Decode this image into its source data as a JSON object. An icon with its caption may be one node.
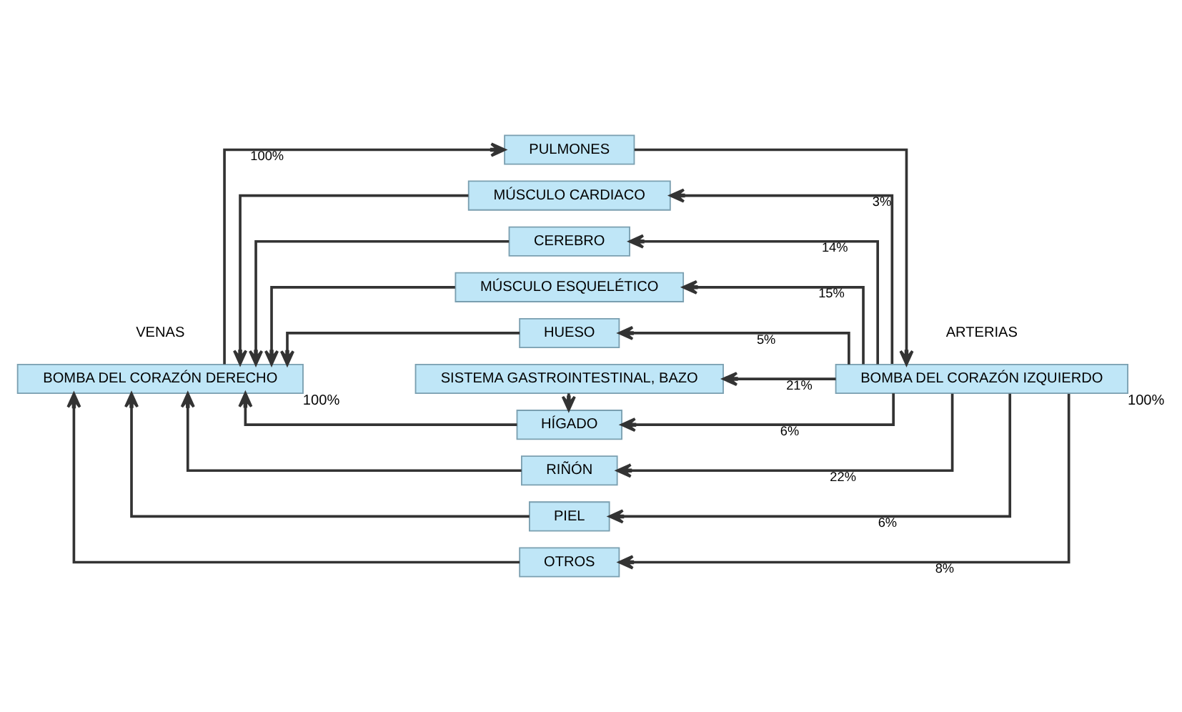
{
  "diagram": {
    "nodes": [
      {
        "text": [
          "PULMONES"
        ]
      },
      {
        "text": [
          "BOMBA DEL CORAZÓN DERECHO"
        ],
        "beside": [
          "100%"
        ]
      },
      {
        "text": [
          "BOMBA DEL CORAZÓN IZQUIERDO"
        ],
        "beside": [
          "100%"
        ]
      },
      {
        "text": [
          "MÚSCULO CARDIACO"
        ]
      },
      {
        "text": [
          "CEREBRO"
        ]
      },
      {
        "text": [
          "MÚSCULO ESQUELÉTICO"
        ]
      },
      {
        "text": [
          "HUESO"
        ]
      },
      {
        "text": [
          "SISTEMA GASTROINTESTINAL, BAZO"
        ]
      },
      {
        "text": [
          "HÍGADO"
        ]
      },
      {
        "text": [
          "RIÑÓN"
        ]
      },
      {
        "text": [
          "PIEL"
        ]
      },
      {
        "text": [
          "OTROS"
        ]
      }
    ],
    "edges": [
      {
        "from": 1,
        "to": 0,
        "arrow": "to",
        "label": "100%"
      },
      {
        "from": 0,
        "to": 2,
        "arrow": "to"
      },
      {
        "from": 2,
        "to": 3,
        "arrow": "to",
        "label": "3%"
      },
      {
        "from": 2,
        "to": 4,
        "arrow": "to",
        "label": "14%"
      },
      {
        "from": 2,
        "to": 5,
        "arrow": "to",
        "label": "15%"
      },
      {
        "from": 2,
        "to": 6,
        "arrow": "to",
        "label": "5%"
      },
      {
        "from": 2,
        "to": 7,
        "arrow": "to",
        "label": "21%"
      },
      {
        "from": 2,
        "to": 8,
        "arrow": "to",
        "label": "6%"
      },
      {
        "from": 2,
        "to": 9,
        "arrow": "to",
        "label": "22%"
      },
      {
        "from": 2,
        "to": 10,
        "arrow": "to",
        "label": "6%"
      },
      {
        "from": 2,
        "to": 11,
        "arrow": "to",
        "label": "8%"
      },
      {
        "from": 7,
        "to": 8,
        "arrow": "to"
      },
      {
        "from": 3,
        "to": 1,
        "arrow": "to"
      },
      {
        "from": 4,
        "to": 1,
        "arrow": "to"
      },
      {
        "from": 5,
        "to": 1,
        "arrow": "to"
      },
      {
        "from": 6,
        "to": 1,
        "arrow": "to"
      },
      {
        "from": 8,
        "to": 1,
        "arrow": "to"
      },
      {
        "from": 9,
        "to": 1,
        "arrow": "to"
      },
      {
        "from": 10,
        "to": 1,
        "arrow": "to"
      },
      {
        "from": 11,
        "to": 1,
        "arrow": "to"
      }
    ],
    "labels": [
      "VENAS",
      "ARTERIAS"
    ]
  }
}
